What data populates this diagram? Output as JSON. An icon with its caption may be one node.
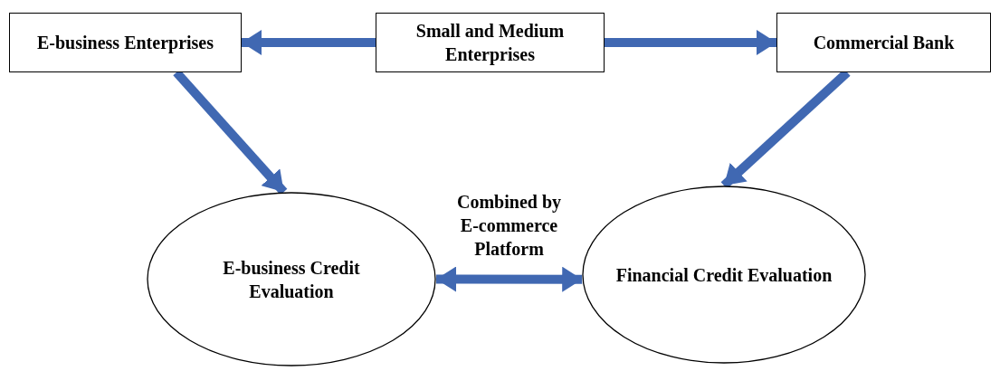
{
  "diagram": {
    "nodes": [
      {
        "text": [
          "E-business Enterprises"
        ]
      },
      {
        "text": [
          "Small and Medium Enterprises"
        ]
      },
      {
        "text": [
          "Commercial Bank"
        ]
      },
      {
        "text": [
          "E-business Credit Evaluation"
        ]
      },
      {
        "text": [
          "Financial Credit Evaluation"
        ]
      }
    ],
    "edges": [
      {
        "from": 1,
        "to": 0,
        "arrow": "to"
      },
      {
        "from": 1,
        "to": 2,
        "arrow": "to"
      },
      {
        "from": 0,
        "to": 3,
        "arrow": "to"
      },
      {
        "from": 2,
        "to": 4,
        "arrow": "to"
      },
      {
        "from": 3,
        "to": 4,
        "arrow": "both",
        "label": "Combined by E-commerce Platform"
      }
    ]
  }
}
